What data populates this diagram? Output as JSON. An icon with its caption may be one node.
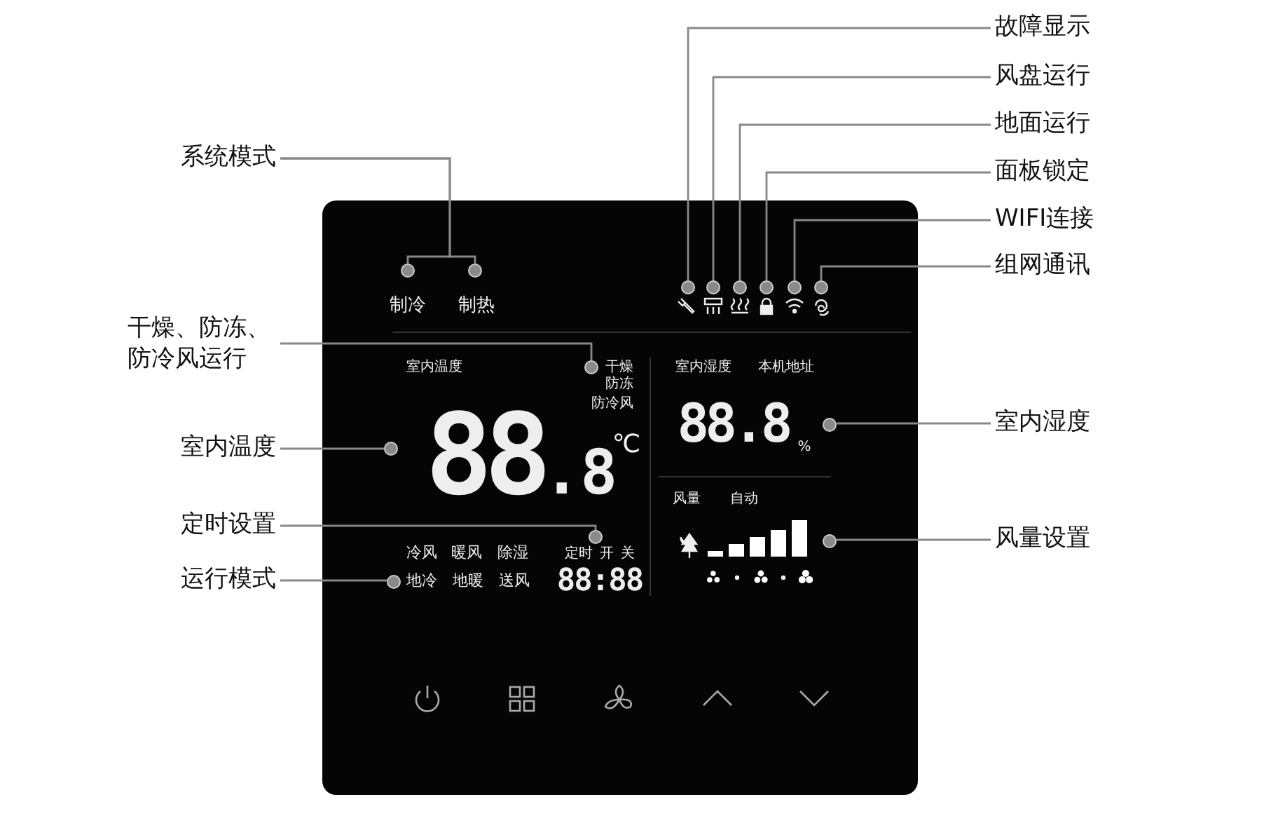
{
  "diagram": {
    "nodes": [
      {
        "text": [
          "故障显示"
        ]
      },
      {
        "text": [
          "风盘运行"
        ]
      },
      {
        "text": [
          "地面运行"
        ]
      },
      {
        "text": [
          "面板锁定"
        ]
      },
      {
        "text": [
          "WIFI连接"
        ]
      },
      {
        "text": [
          "组网通讯"
        ]
      },
      {
        "text": [
          "系统模式"
        ]
      },
      {
        "text": [
          "干燥、防冻、防冷风运行"
        ]
      },
      {
        "text": [
          "室内温度"
        ]
      },
      {
        "text": [
          "定时设置"
        ]
      },
      {
        "text": [
          "运行模式"
        ]
      },
      {
        "text": [
          "室内湿度"
        ]
      },
      {
        "text": [
          "风量设置"
        ]
      },
      {
        "text": [],
        "shape": "circle"
      },
      {
        "text": [],
        "shape": "circle"
      },
      {
        "text": [],
        "shape": "circle"
      },
      {
        "text": [],
        "shape": "circle"
      },
      {
        "text": [],
        "shape": "circle"
      },
      {
        "text": [],
        "shape": "circle"
      },
      {
        "text": [],
        "shape": "circle"
      },
      {
        "text": [],
        "shape": "circle"
      },
      {
        "text": [],
        "shape": "circle"
      },
      {
        "text": [],
        "shape": "circle"
      },
      {
        "text": [],
        "shape": "circle"
      },
      {
        "text": [],
        "shape": "circle"
      },
      {
        "text": [],
        "shape": "circle"
      },
      {
        "text": [],
        "shape": "circle"
      }
    ],
    "edges": [
      {
        "from": 0,
        "to": 15,
        "arrow": "none"
      },
      {
        "from": 1,
        "to": 16,
        "arrow": "none"
      },
      {
        "from": 2,
        "to": 17,
        "arrow": "none"
      },
      {
        "from": 3,
        "to": 18,
        "arrow": "none"
      },
      {
        "from": 4,
        "to": 19,
        "arrow": "none"
      },
      {
        "from": 5,
        "to": 20,
        "arrow": "none"
      },
      {
        "from": 6,
        "to": 13,
        "arrow": "none"
      },
      {
        "from": 6,
        "to": 14,
        "arrow": "none"
      },
      {
        "from": 7,
        "to": 21,
        "arrow": "none"
      },
      {
        "from": 8,
        "to": 22,
        "arrow": "none"
      },
      {
        "from": 9,
        "to": 23,
        "arrow": "none"
      },
      {
        "from": 10,
        "to": 24,
        "arrow": "none"
      },
      {
        "from": 11,
        "to": 25,
        "arrow": "none"
      },
      {
        "from": 12,
        "to": 26,
        "arrow": "none"
      }
    ],
    "labels": [
      "制冷",
      "制热",
      "室内温度",
      "干燥",
      "防冻",
      "防冷风",
      "88.8",
      "℃",
      "室内湿度",
      "本机地址",
      "88.8",
      "%",
      "风量",
      "自动",
      "冷风",
      "暖风",
      "除湿",
      "定时",
      "开",
      "关",
      "地冷",
      "地暖",
      "送风",
      "88:88"
    ]
  }
}
